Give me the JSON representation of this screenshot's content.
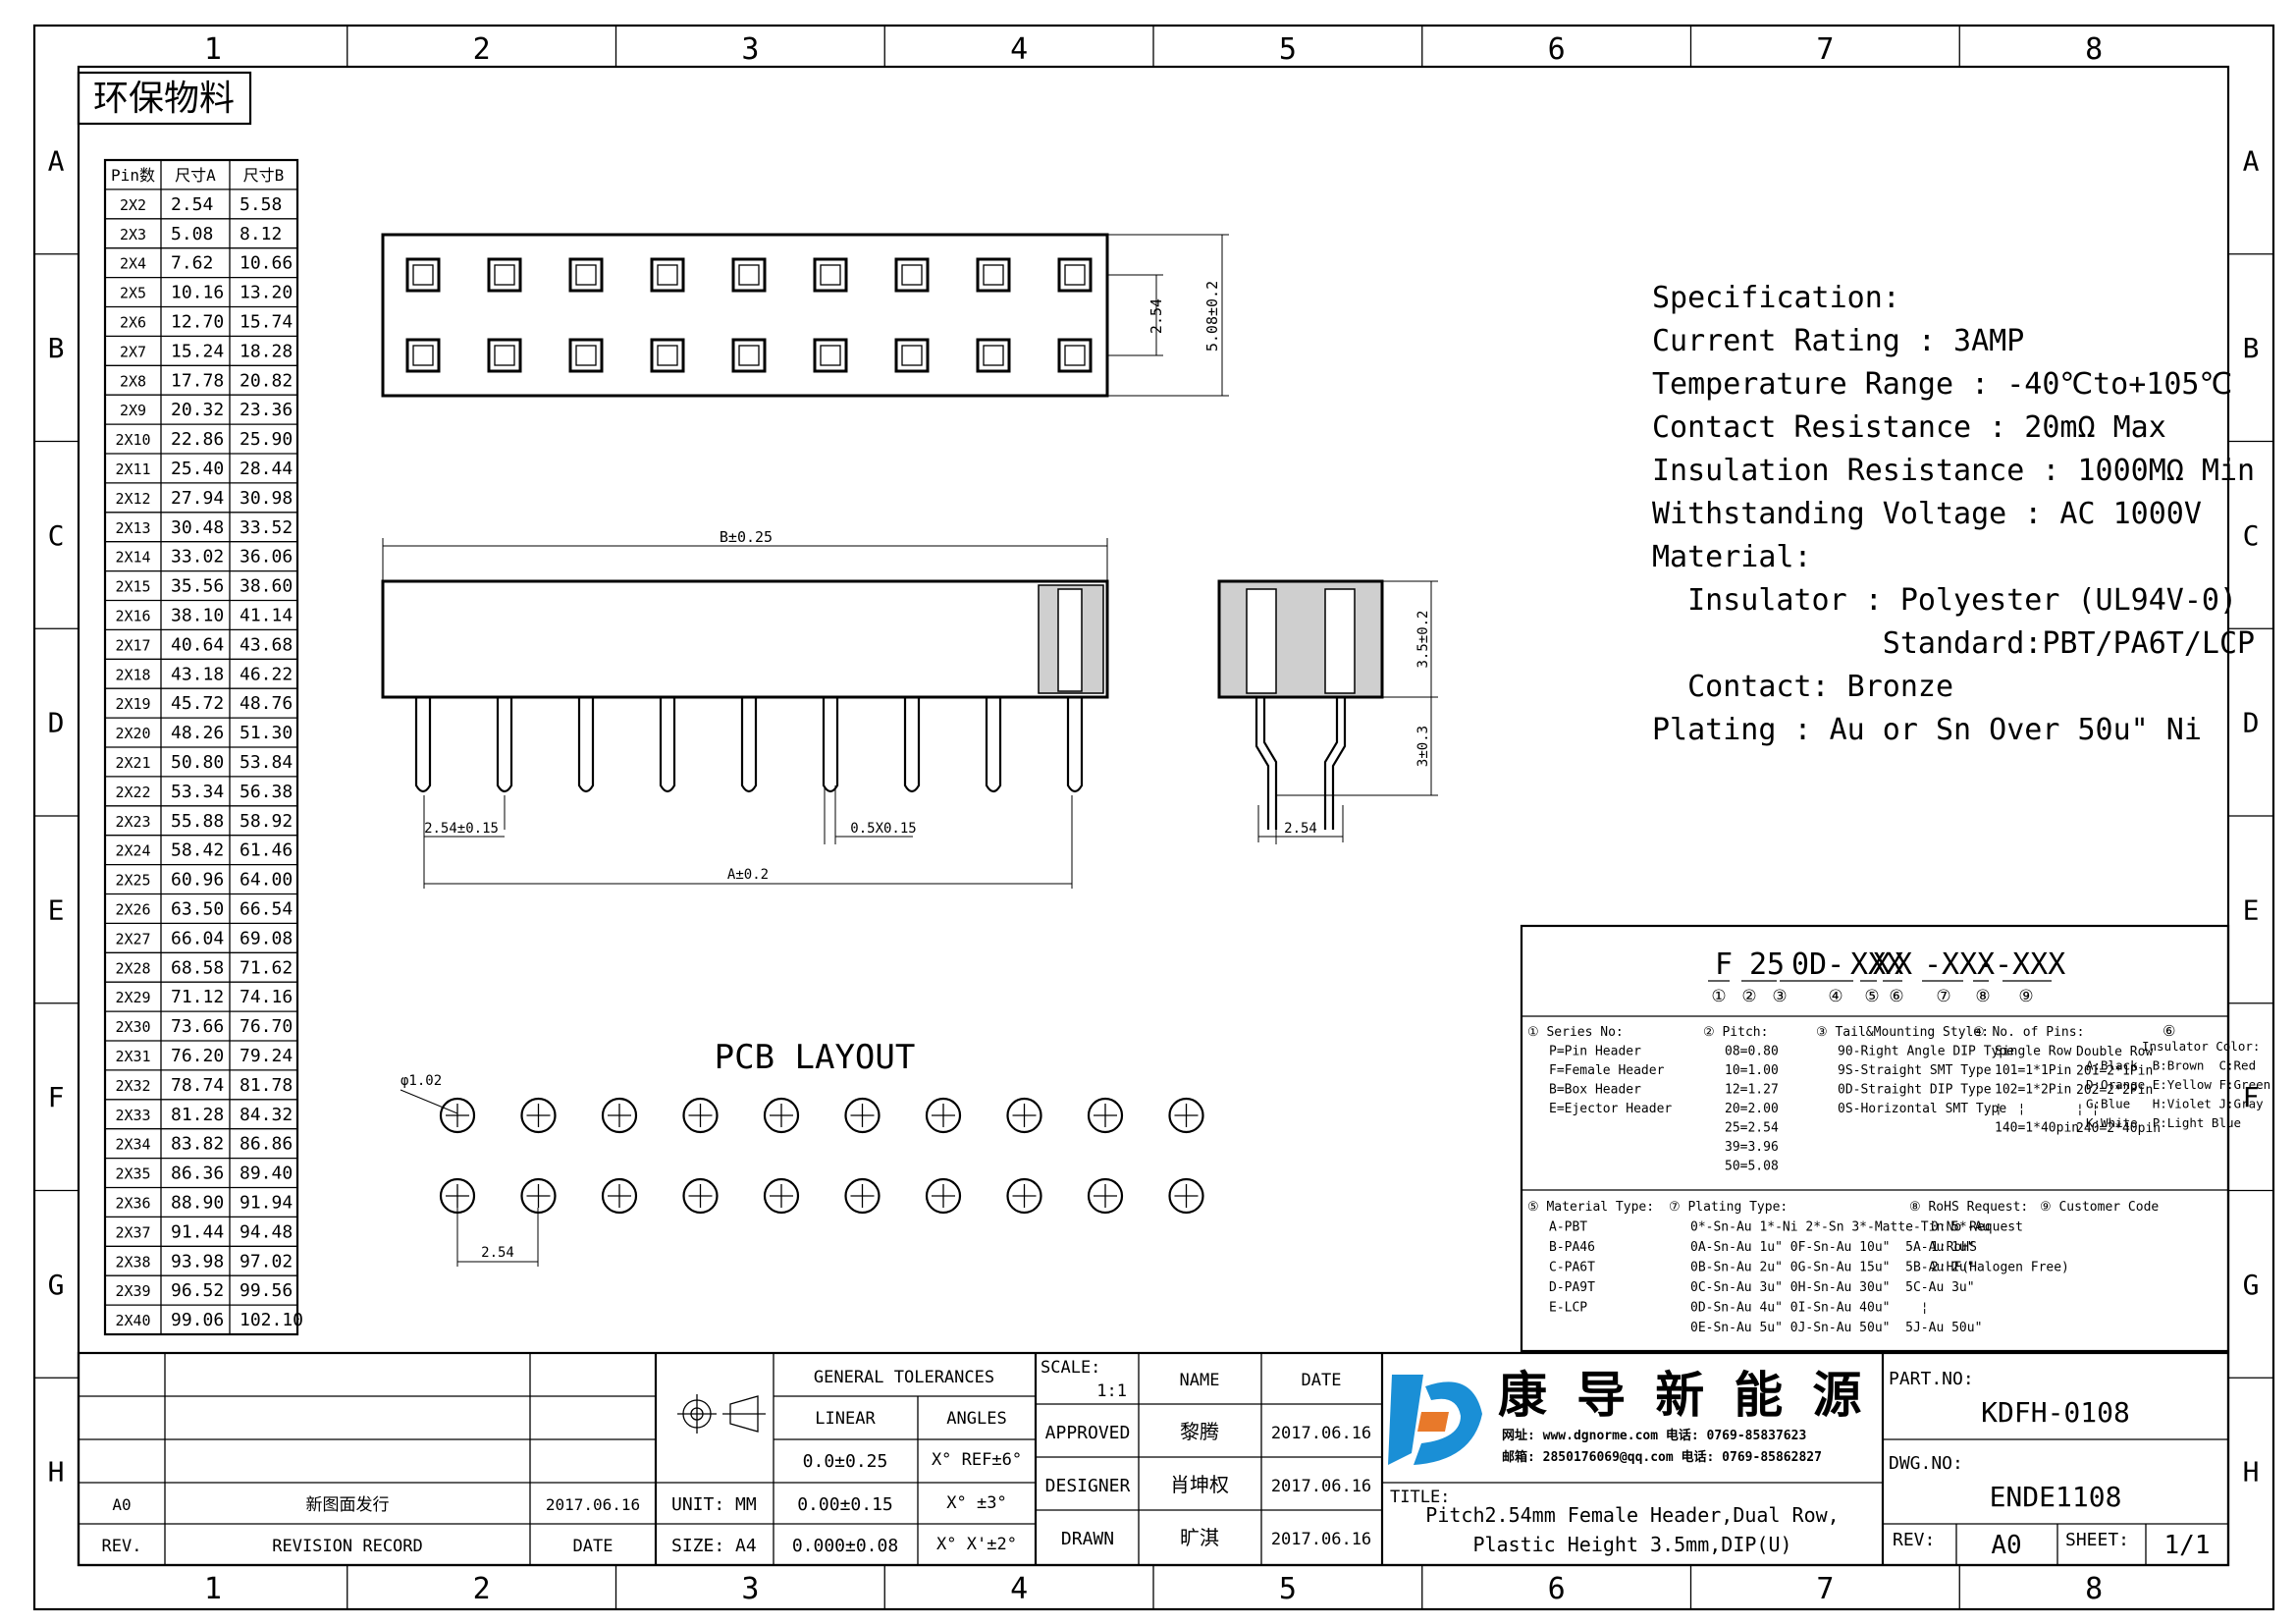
{
  "frame": {
    "columns": [
      "1",
      "2",
      "3",
      "4",
      "5",
      "6",
      "7",
      "8"
    ],
    "rows": [
      "A",
      "B",
      "C",
      "D",
      "E",
      "F",
      "G",
      "H"
    ]
  },
  "eco_label": "环保物料",
  "dim_table": {
    "headers": [
      "Pin数",
      "尺寸A",
      "尺寸B"
    ],
    "rows": [
      [
        "2X2",
        "2.54",
        "5.58"
      ],
      [
        "2X3",
        "5.08",
        "8.12"
      ],
      [
        "2X4",
        "7.62",
        "10.66"
      ],
      [
        "2X5",
        "10.16",
        "13.20"
      ],
      [
        "2X6",
        "12.70",
        "15.74"
      ],
      [
        "2X7",
        "15.24",
        "18.28"
      ],
      [
        "2X8",
        "17.78",
        "20.82"
      ],
      [
        "2X9",
        "20.32",
        "23.36"
      ],
      [
        "2X10",
        "22.86",
        "25.90"
      ],
      [
        "2X11",
        "25.40",
        "28.44"
      ],
      [
        "2X12",
        "27.94",
        "30.98"
      ],
      [
        "2X13",
        "30.48",
        "33.52"
      ],
      [
        "2X14",
        "33.02",
        "36.06"
      ],
      [
        "2X15",
        "35.56",
        "38.60"
      ],
      [
        "2X16",
        "38.10",
        "41.14"
      ],
      [
        "2X17",
        "40.64",
        "43.68"
      ],
      [
        "2X18",
        "43.18",
        "46.22"
      ],
      [
        "2X19",
        "45.72",
        "48.76"
      ],
      [
        "2X20",
        "48.26",
        "51.30"
      ],
      [
        "2X21",
        "50.80",
        "53.84"
      ],
      [
        "2X22",
        "53.34",
        "56.38"
      ],
      [
        "2X23",
        "55.88",
        "58.92"
      ],
      [
        "2X24",
        "58.42",
        "61.46"
      ],
      [
        "2X25",
        "60.96",
        "64.00"
      ],
      [
        "2X26",
        "63.50",
        "66.54"
      ],
      [
        "2X27",
        "66.04",
        "69.08"
      ],
      [
        "2X28",
        "68.58",
        "71.62"
      ],
      [
        "2X29",
        "71.12",
        "74.16"
      ],
      [
        "2X30",
        "73.66",
        "76.70"
      ],
      [
        "2X31",
        "76.20",
        "79.24"
      ],
      [
        "2X32",
        "78.74",
        "81.78"
      ],
      [
        "2X33",
        "81.28",
        "84.32"
      ],
      [
        "2X34",
        "83.82",
        "86.86"
      ],
      [
        "2X35",
        "86.36",
        "89.40"
      ],
      [
        "2X36",
        "88.90",
        "91.94"
      ],
      [
        "2X37",
        "91.44",
        "94.48"
      ],
      [
        "2X38",
        "93.98",
        "97.02"
      ],
      [
        "2X39",
        "96.52",
        "99.56"
      ],
      [
        "2X40",
        "99.06",
        "102.10"
      ]
    ]
  },
  "dims": {
    "top_pitch": "2.54",
    "top_height": "5.08±0.2",
    "b_width": "B±0.25",
    "pitch_side": "2.54±0.15",
    "pin_width": "0.5X0.15",
    "a_length": "A±0.2",
    "body_height": "3.5±0.2",
    "pin_length": "3±0.3",
    "end_pitch": "2.54",
    "hole_dia": "φ1.02",
    "pcb_pitch": "2.54"
  },
  "pcb_title": "PCB LAYOUT",
  "spec": {
    "lines": [
      "Specification:",
      "Current Rating : 3AMP",
      "Temperature Range : -40℃to+105℃",
      "Contact Resistance : 20mΩ Max",
      "Insulation Resistance : 1000MΩ Min",
      "Withstanding Voltage : AC 1000V",
      "Material:",
      "  Insulator : Polyester (UL94V-0)",
      "             Standard:PBT/PA6T/LCP",
      "  Contact: Bronze",
      "Plating : Au or Sn Over 50u\" Ni"
    ]
  },
  "partcode": {
    "segments": [
      "F",
      "25",
      "0D-",
      "XXX",
      "X",
      "X",
      "-XX-",
      "X",
      "-XXX"
    ],
    "circles": [
      "①",
      "②",
      "③",
      "④",
      "⑤",
      "⑥",
      "⑦",
      "⑧",
      "⑨"
    ]
  },
  "legend": {
    "series": [
      "① Series No:",
      "P=Pin Header",
      "F=Female Header",
      "B=Box Header",
      "E=Ejector Header"
    ],
    "pitch": [
      "② Pitch:",
      "08=0.80",
      "10=1.00",
      "12=1.27",
      "20=2.00",
      "25=2.54",
      "39=3.96",
      "50=5.08"
    ],
    "tail": [
      "③ Tail&Mounting Style:",
      "90-Right Angle DIP Type",
      "9S-Straight SMT Type",
      "0D-Straight DIP Type",
      "0S-Horizontal SMT Type"
    ],
    "pins": [
      "④ No. of Pins:",
      "Single Row",
      "101=1*1Pin",
      "102=1*2Pin",
      "¦  ¦",
      "140=1*40pin"
    ],
    "pins2": [
      "Double Row",
      "201=2*1Pin",
      "202=2*2Pin",
      "¦  ¦",
      "240=2*40pin"
    ],
    "color_mark": "⑥",
    "color": [
      "Insulator Color:",
      "A:Black  B:Brown  C:Red",
      "D:Orange E:Yellow F:Green",
      "G:Blue   H:Violet J:Gray",
      "K:White  P:Light Blue"
    ],
    "material": [
      "⑤ Material Type:",
      "A-PBT",
      "B-PA46",
      "C-PA6T",
      "D-PA9T",
      "E-LCP"
    ],
    "plating": [
      "⑦ Plating Type:",
      "0*-Sn-Au 1*-Ni 2*-Sn 3*-Matte-Tin 5*-Au",
      "0A-Sn-Au 1u\" 0F-Sn-Au 10u\"  5A-Au 1u\"",
      "0B-Sn-Au 2u\" 0G-Sn-Au 15u\"  5B-Au 2u\"",
      "0C-Sn-Au 3u\" 0H-Sn-Au 30u\"  5C-Au 3u\"",
      "0D-Sn-Au 4u\" 0I-Sn-Au 40u\"    ¦",
      "0E-Sn-Au 5u\" 0J-Sn-Au 50u\"  5J-Au 50u\""
    ],
    "rohs": [
      "⑧ RoHS Request:",
      "0:No Request",
      "1:RoHS",
      "2:HF(Halogen Free)"
    ],
    "customer": "⑨ Customer Code"
  },
  "title_block": {
    "rev_rows": [
      {
        "rev": "A0",
        "record": "新图面发行",
        "date": "2017.06.16"
      }
    ],
    "rev_header": {
      "rev": "REV.",
      "record": "REVISION RECORD",
      "date": "DATE"
    },
    "unit": "UNIT: MM",
    "size": "SIZE: A4",
    "general_tol": "GENERAL TOLERANCES",
    "linear": "LINEAR",
    "angles": "ANGLES",
    "tol_rows": [
      {
        "linear": "0.0±0.25",
        "angle": "X° REF±6°"
      },
      {
        "linear": "0.00±0.15",
        "angle": "X° ±3°"
      },
      {
        "linear": "0.000±0.08",
        "angle": "X° X'±2°"
      }
    ],
    "scale_label": "SCALE:",
    "scale_value": "1:1",
    "name_label": "NAME",
    "date_label": "DATE",
    "people": [
      {
        "role": "APPROVED",
        "name": "黎腾",
        "date": "2017.06.16"
      },
      {
        "role": "DESIGNER",
        "name": "肖坤权",
        "date": "2017.06.16"
      },
      {
        "role": "DRAWN",
        "name": "旷淇",
        "date": "2017.06.16"
      }
    ],
    "company_name": "康 导 新 能 源",
    "company_web": "网址: www.dgnorme.com  电话: 0769-85837623",
    "company_mail": "邮箱: 2850176069@qq.com 电话: 0769-85862827",
    "title_label": "TITLE:",
    "title_line1": "Pitch2.54mm Female Header,Dual Row,",
    "title_line2": "Plastic Height 3.5mm,DIP(U)",
    "part_label": "PART.NO:",
    "part_no": "KDFH-0108",
    "dwg_label": "DWG.NO:",
    "dwg_no": "ENDE1108",
    "rev_label": "REV:",
    "rev_value": "A0",
    "sheet_label": "SHEET:",
    "sheet_value": "1/1",
    "logo_color": "#1a8fd6"
  }
}
